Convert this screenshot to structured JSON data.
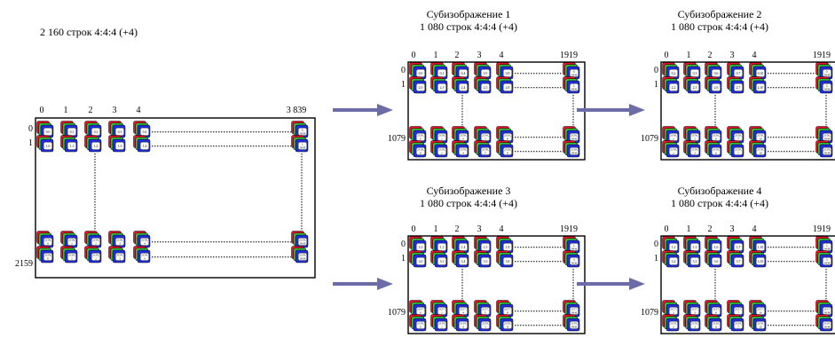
{
  "main": {
    "title": "2 160 строк 4:4:4 (+4)",
    "col_labels": [
      "0",
      "1",
      "2",
      "3",
      "4",
      "3 839"
    ],
    "row_labels": [
      "0",
      "1",
      "2159"
    ],
    "top_rows": [
      [
        "0,0",
        "0,1",
        "0,2",
        "0,3",
        "0,4",
        "0,\n3839"
      ],
      [
        "1,0",
        "1,1",
        "1,2",
        "1,3",
        "1,4",
        "1,\n3839"
      ]
    ],
    "bottom_rows": [
      [
        "2158,\n0",
        "2158,\n1",
        "2158,\n2",
        "2158,\n3",
        "2158,\n4",
        "2158,\n3839"
      ],
      [
        "2159,\n0",
        "2159,\n1",
        "2159,\n2",
        "2159,\n3",
        "2159,\n4",
        "2159,\n3839"
      ]
    ]
  },
  "subimages": [
    {
      "title": "Субизображение 1",
      "subtitle": "1 080 строк 4:4:4 (+4)",
      "col_labels": [
        "0",
        "1",
        "2",
        "3",
        "4",
        "1919"
      ],
      "row_labels": [
        "0",
        "1",
        "1079"
      ],
      "top_rows": [
        [
          "0,0",
          "0,1",
          "0,4",
          "0,5",
          "0,8",
          "0,\n3836"
        ],
        [
          "2,0",
          "2,1",
          "2,4",
          "2,5",
          "2,8",
          "2,\n3836"
        ]
      ],
      "bottom_rows": [
        [
          "2156,\n0",
          "2156,\n1",
          "2156,\n4",
          "2156,\n5",
          "2156,\n8",
          "2156,\n3836"
        ],
        [
          "2158,\n0",
          "2158,\n1",
          "2158,\n4",
          "2158,\n5",
          "2158,\n8",
          "2158,\n3836"
        ]
      ]
    },
    {
      "title": "Субизображение 2",
      "subtitle": "1 080 строк 4:4:4 (+4)",
      "col_labels": [
        "0",
        "1",
        "2",
        "3",
        "4",
        "1919"
      ],
      "row_labels": [
        "0",
        "1",
        "1079"
      ],
      "top_rows": [
        [
          "0,2",
          "0,3",
          "0,6",
          "0,7",
          "0,10",
          "0,\n3838"
        ],
        [
          "2,2",
          "2,3",
          "2,6",
          "2,7",
          "2,10",
          "2,\n3838"
        ]
      ],
      "bottom_rows": [
        [
          "2156,\n2",
          "2156,\n3",
          "2156,\n6",
          "2156,\n7",
          "2156,\n10",
          "2156,\n3838"
        ],
        [
          "2158,\n2",
          "2158,\n3",
          "2158,\n6",
          "2158,\n7",
          "2158,\n10",
          "2158,\n3838"
        ]
      ]
    },
    {
      "title": "Субизображение 3",
      "subtitle": "1 080 строк 4:4:4 (+4)",
      "col_labels": [
        "0",
        "1",
        "2",
        "3",
        "4",
        "1919"
      ],
      "row_labels": [
        "0",
        "1",
        "1079"
      ],
      "top_rows": [
        [
          "1,0",
          "1,1",
          "1,4",
          "1,5",
          "1,8",
          "1,\n3836"
        ],
        [
          "3,0",
          "3,1",
          "3,4",
          "3,5",
          "3,8",
          "3,\n3836"
        ]
      ],
      "bottom_rows": [
        [
          "2157,\n0",
          "2157,\n1",
          "2157,\n4",
          "2157,\n5",
          "2157,\n8",
          "2157,\n3836"
        ],
        [
          "2159,\n0",
          "2159,\n1",
          "2159,\n4",
          "2159,\n5",
          "2159,\n8",
          "2159,\n3836"
        ]
      ]
    },
    {
      "title": "Субизображение 4",
      "subtitle": "1 080 строк 4:4:4 (+4)",
      "col_labels": [
        "0",
        "1",
        "2",
        "3",
        "4",
        "1919"
      ],
      "row_labels": [
        "0",
        "1",
        "1079"
      ],
      "top_rows": [
        [
          "1,2",
          "1,3",
          "1,6",
          "1,7",
          "1,10",
          "1,\n3838"
        ],
        [
          "3,2",
          "3,3",
          "3,6",
          "3,7",
          "3,10",
          "3,\n3838"
        ]
      ],
      "bottom_rows": [
        [
          "2157,\n2",
          "2157,\n3",
          "2157,\n6",
          "2157,\n7",
          "2157,\n10",
          "2157,\n3838"
        ],
        [
          "2159,\n2",
          "2159,\n3",
          "2159,\n6",
          "2159,\n7",
          "2159,\n10",
          "2159,\n3838"
        ]
      ]
    }
  ],
  "colors": {
    "red": "#e8152a",
    "green": "#2fbf3a",
    "blue": "#1f2ee0",
    "arrow": "#6c6ca8",
    "frame": "#000000"
  }
}
